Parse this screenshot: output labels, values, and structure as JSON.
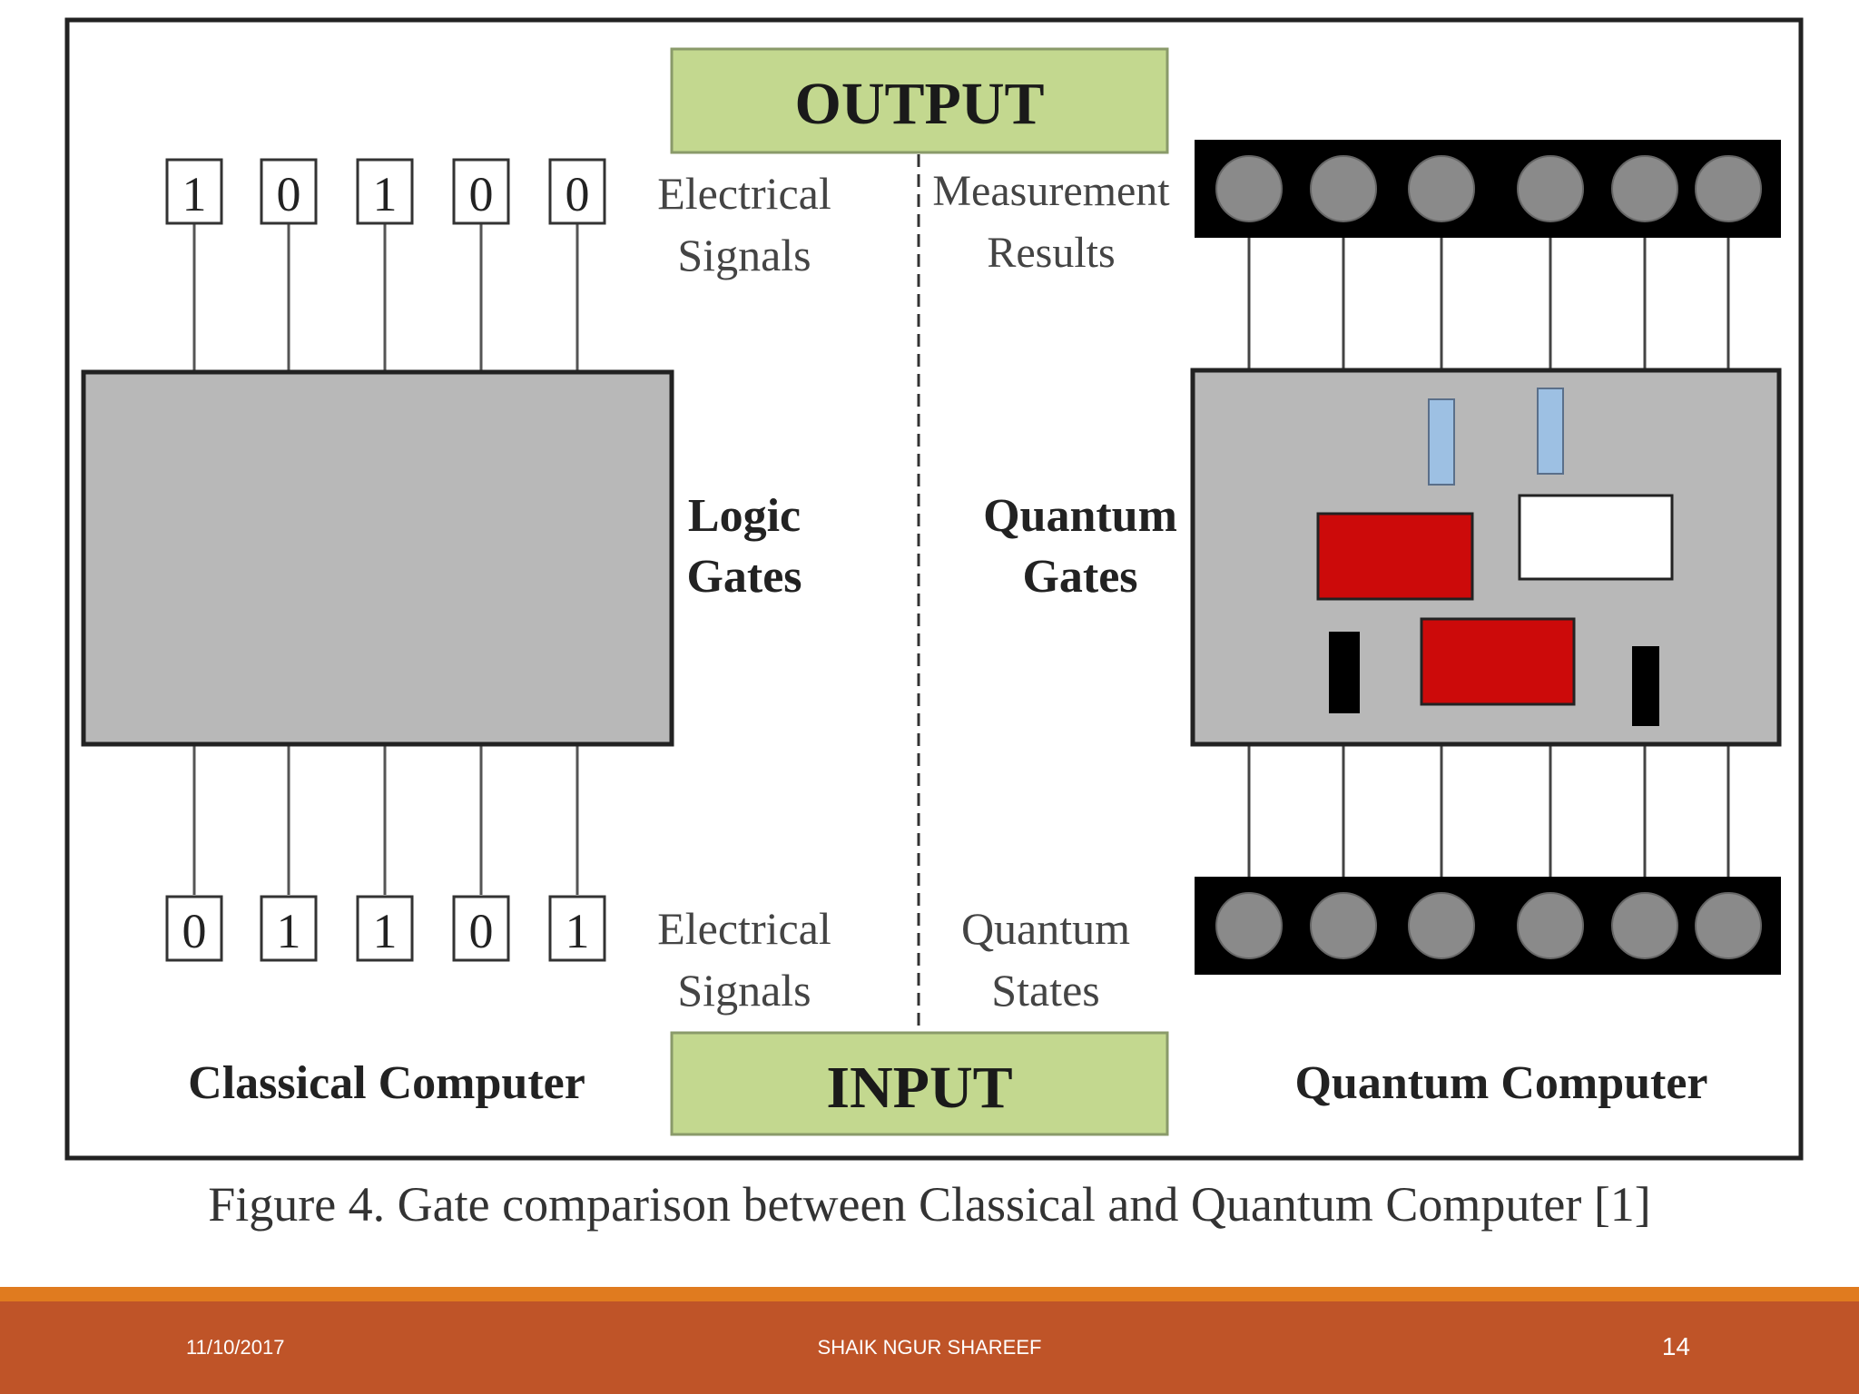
{
  "diagram": {
    "output_label": "OUTPUT",
    "input_label": "INPUT",
    "classical": {
      "title": "Classical Computer",
      "output_bits": [
        "1",
        "0",
        "1",
        "0",
        "0"
      ],
      "input_bits": [
        "0",
        "1",
        "1",
        "0",
        "1"
      ],
      "top_signal_label": [
        "Electrical",
        "Signals"
      ],
      "gate_label": [
        "Logic",
        "Gates"
      ],
      "bottom_signal_label": [
        "Electrical",
        "Signals"
      ]
    },
    "quantum": {
      "title": "Quantum Computer",
      "top_label": [
        "Measurement",
        "Results"
      ],
      "gate_label": [
        "Quantum",
        "Gates"
      ],
      "bottom_label": [
        "Quantum",
        "States"
      ],
      "qubit_count": 6
    },
    "colors": {
      "io_box": "#c3d88f",
      "gate_box": "#b8b8b8",
      "red_gate": "#cc0a0a",
      "blue_gate": "#9dc0e3",
      "qubit": "#8a8a8a",
      "bar": "#000000"
    }
  },
  "caption": "Figure  4. Gate comparison between Classical and Quantum Computer [1]",
  "footer": {
    "date": "11/10/2017",
    "author": "SHAIK NGUR SHAREEF",
    "page": "14",
    "band_color": "#bf5428",
    "stripe_color": "#e07b1f"
  }
}
